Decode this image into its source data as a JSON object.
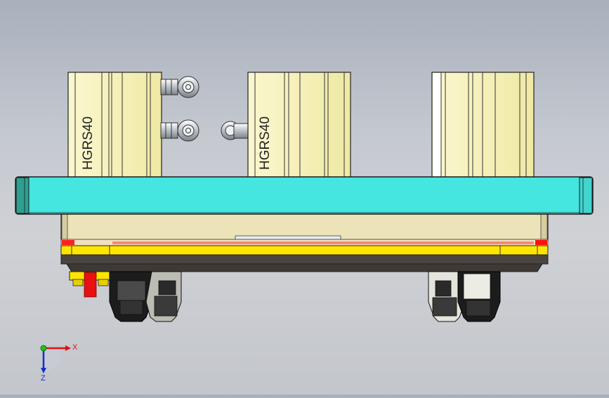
{
  "viewport": {
    "background_top": "#a9b0bc",
    "background_bottom": "#c3c6cc"
  },
  "model": {
    "cylinder_labels": [
      "HGRS40",
      "HGRS40"
    ],
    "colors": {
      "cylinder": "#f5f0b0",
      "plate": "#45e5e0",
      "plate_end": "#2f9f8f",
      "base": "#ece3b8",
      "rail": "#ffe600",
      "accent_red": "#ff1a1a",
      "dark": "#3a3a3a"
    }
  },
  "triad": {
    "x_label": "X",
    "z_label": "Z",
    "x_color": "#e01010",
    "z_color": "#1030d0",
    "y_color": "#20c020"
  }
}
